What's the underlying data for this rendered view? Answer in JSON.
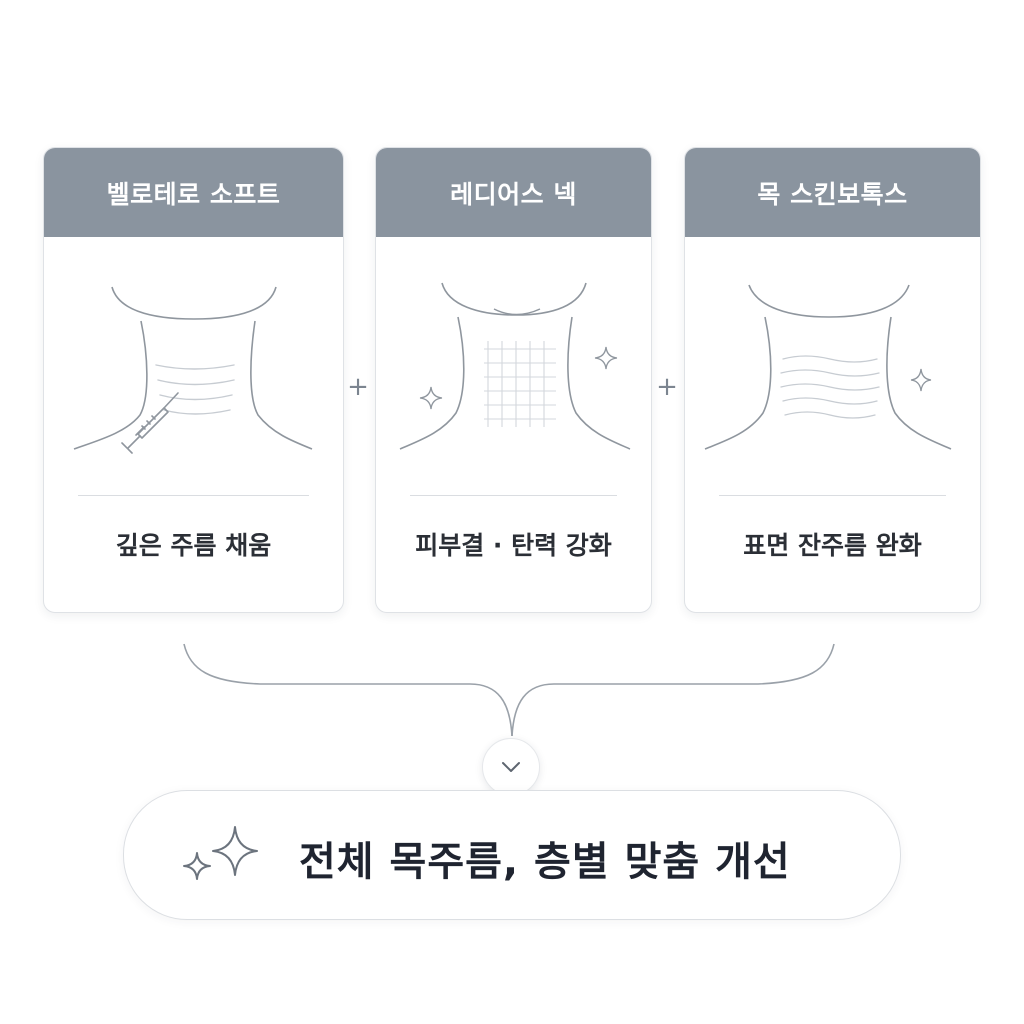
{
  "cards": [
    {
      "title": "벨로테로 소프트",
      "caption": "깊은 주름 채움"
    },
    {
      "title": "레디어스 넥",
      "caption": "피부결 · 탄력 강화"
    },
    {
      "title": "목 스킨보톡스",
      "caption": "표면 잔주름 완화"
    }
  ],
  "operators": [
    "+",
    "+"
  ],
  "result": {
    "text": "전체 목주름, 층별 맞춤 개선"
  },
  "colors": {
    "header": "#8a949f",
    "line": "#9aa1a9",
    "text_dark": "#1f2430"
  },
  "icons": [
    "syringe-icon",
    "sparkle-icon",
    "chevron-down-icon",
    "sparkles-icon"
  ]
}
